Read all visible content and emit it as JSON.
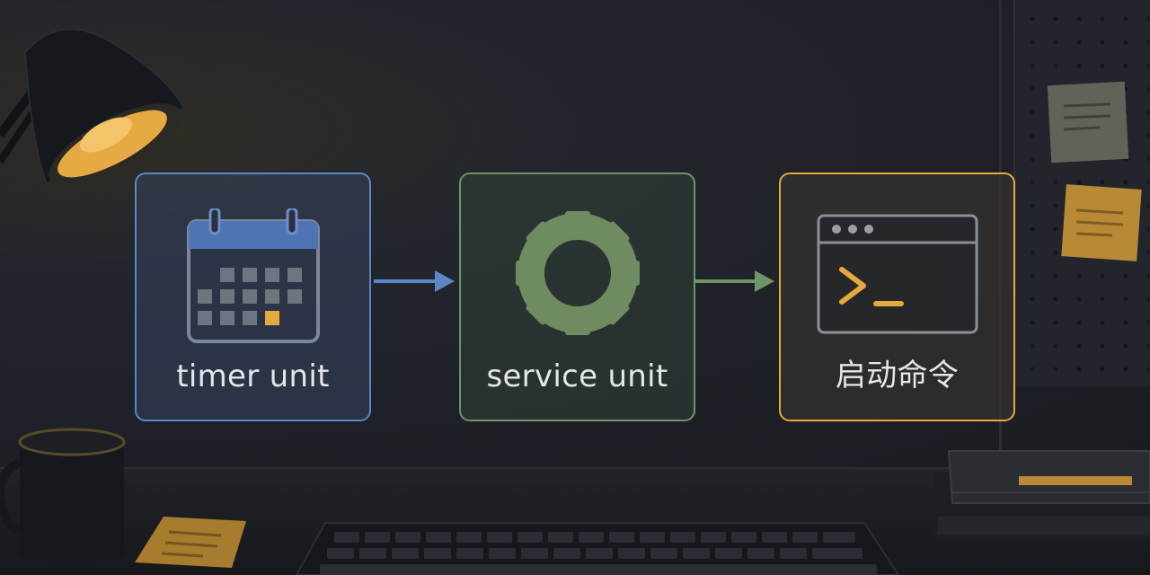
{
  "diagram": {
    "nodes": [
      {
        "id": "timer",
        "label": "timer unit",
        "icon": "calendar-icon",
        "color": "#5b86c8"
      },
      {
        "id": "service",
        "label": "service unit",
        "icon": "gear-icon",
        "color": "#6f9466"
      },
      {
        "id": "command",
        "label": "启动命令",
        "icon": "terminal-icon",
        "color": "#e5a93c"
      }
    ],
    "edges": [
      {
        "from": "timer",
        "to": "service",
        "color": "#5b86c8"
      },
      {
        "from": "service",
        "to": "command",
        "color": "#6f9466"
      }
    ]
  }
}
